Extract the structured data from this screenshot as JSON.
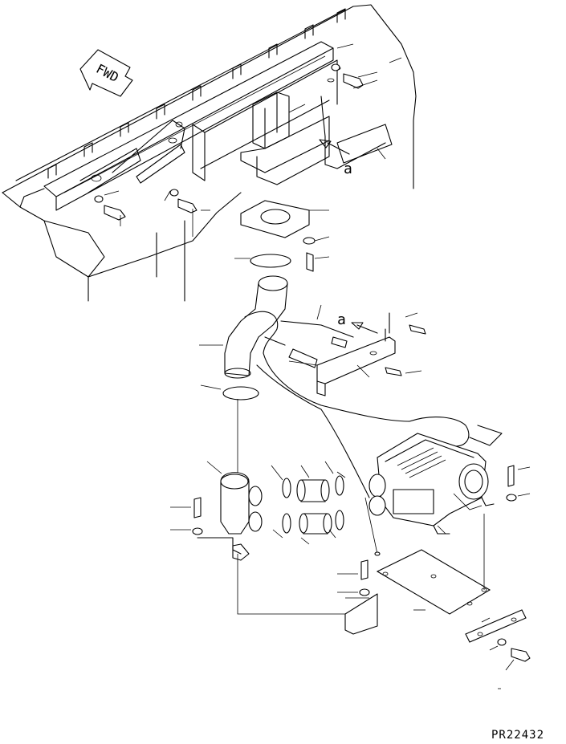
{
  "diagram": {
    "fwd_label": "FWD",
    "detail_marker_top": "a",
    "detail_marker_mid": "a",
    "drawing_number": "PR22432"
  }
}
